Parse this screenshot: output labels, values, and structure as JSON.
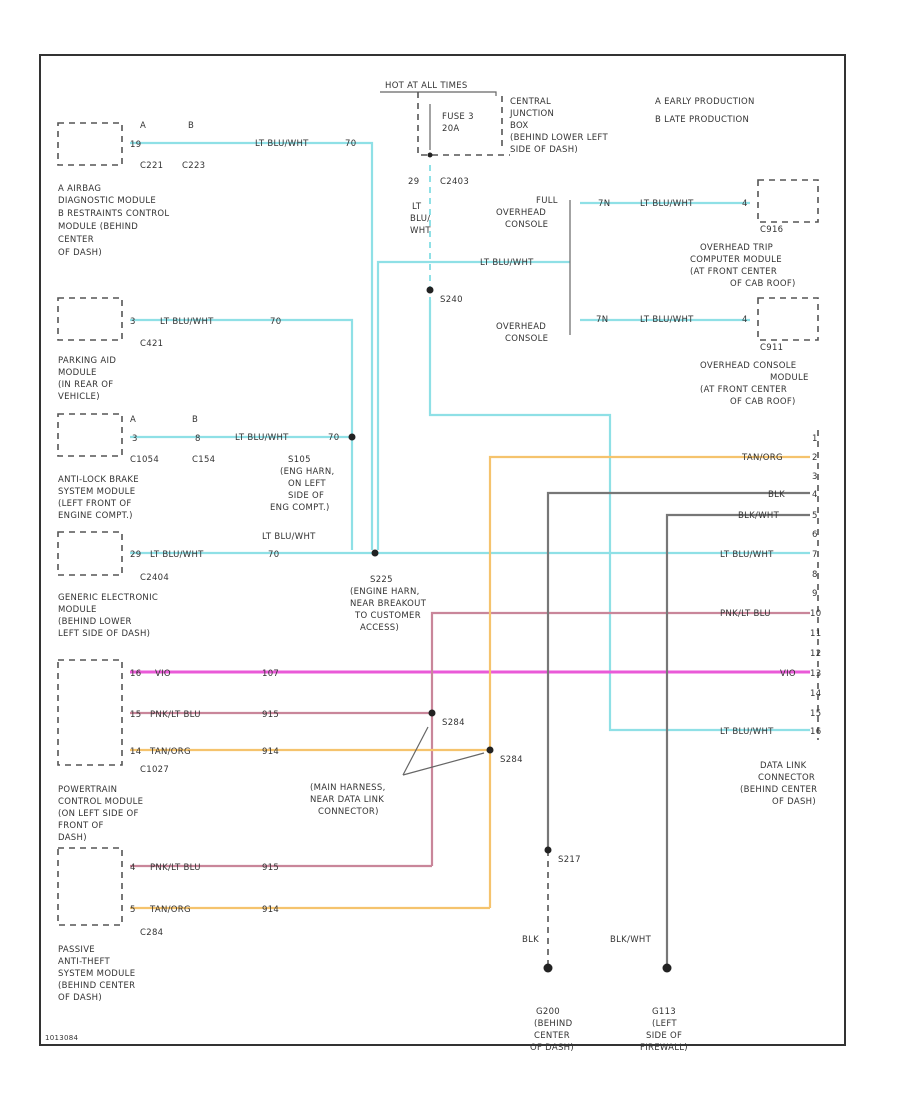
{
  "legend": {
    "a": "A  EARLY PRODUCTION",
    "b": "B  LATE PRODUCTION"
  },
  "fuse_block": {
    "title": "HOT AT ALL TIMES",
    "fuse": [
      "FUSE 3",
      "20A"
    ],
    "cjb": [
      "CENTRAL",
      "JUNCTION",
      "BOX",
      "(BEHIND LOWER LEFT",
      "SIDE OF DASH)"
    ],
    "pin": "29",
    "connector": "C2403",
    "wire": [
      "LT",
      "BLU/",
      "WHT"
    ]
  },
  "airbag": {
    "tag_a": "A",
    "tag_b": "B",
    "pin": "19",
    "c1": "C221",
    "c2": "C223",
    "wire": "LT BLU/WHT",
    "circ": "70",
    "label": [
      "A  AIRBAG",
      "   DIAGNOSTIC MODULE",
      "B  RESTRAINTS CONTROL",
      "   MODULE (BEHIND",
      "   CENTER",
      "   OF DASH)"
    ]
  },
  "parking": {
    "pin": "3",
    "wire": "LT BLU/WHT",
    "circ": "70",
    "connector": "C421",
    "label": [
      "PARKING AID",
      "MODULE",
      "(IN REAR OF",
      "VEHICLE)"
    ]
  },
  "abs": {
    "tag_a": "A",
    "tag_b": "B",
    "pin": "3",
    "pin2": "8",
    "c1": "C1054",
    "c2": "C154",
    "wire": "LT BLU/WHT",
    "circ": "70",
    "label": [
      "ANTI-LOCK BRAKE",
      "SYSTEM MODULE",
      "(LEFT FRONT OF",
      "ENGINE COMPT.)"
    ],
    "splice": [
      "S105",
      "(ENG HARN,",
      "ON LEFT",
      "SIDE OF",
      "ENG COMPT.)"
    ]
  },
  "gem": {
    "pin": "29",
    "wire": "LT BLU/WHT",
    "circ": "70",
    "connector": "C2404",
    "wire_top": "LT BLU/WHT",
    "label": [
      "GENERIC ELECTRONIC",
      "MODULE",
      "(BEHIND LOWER",
      "LEFT SIDE OF DASH)"
    ],
    "splice": [
      "S225",
      "(ENGINE HARN,",
      "NEAR BREAKOUT",
      "TO CUSTOMER",
      "ACCESS)"
    ]
  },
  "pcm": {
    "r1": {
      "pin": "16",
      "wire": "VIO",
      "circ": "107"
    },
    "r2": {
      "pin": "15",
      "wire": "PNK/LT BLU",
      "circ": "915"
    },
    "r3": {
      "pin": "14",
      "wire": "TAN/ORG",
      "circ": "914"
    },
    "connector": "C1027",
    "label": [
      "POWERTRAIN",
      "CONTROL MODULE",
      "(ON LEFT SIDE OF",
      "FRONT OF",
      "DASH)"
    ]
  },
  "pats": {
    "r1": {
      "pin": "4",
      "wire": "PNK/LT BLU",
      "circ": "915"
    },
    "r2": {
      "pin": "5",
      "wire": "TAN/ORG",
      "circ": "914"
    },
    "connector": "C284",
    "label": [
      "PASSIVE",
      "ANTI-THEFT",
      "SYSTEM MODULE",
      "(BEHIND CENTER",
      "OF DASH)"
    ]
  },
  "splices": {
    "s284a": "S284",
    "s284b": "S284",
    "main_harness": [
      "(MAIN HARNESS,",
      "NEAR DATA LINK",
      "CONNECTOR)"
    ],
    "s240": "S240",
    "s217": "S217"
  },
  "overhead": {
    "wire_in": "LT BLU/WHT",
    "full": [
      "FULL",
      "OVERHEAD",
      "CONSOLE"
    ],
    "oc": [
      "OVERHEAD",
      "CONSOLE"
    ],
    "trip": {
      "pin": "7N",
      "wire": "LT BLU/WHT",
      "pin_r": "4",
      "connector": "C916",
      "label": [
        "OVERHEAD TRIP",
        "COMPUTER MODULE",
        "(AT FRONT CENTER",
        "OF CAB ROOF)"
      ]
    },
    "ocm": {
      "pin": "7N",
      "wire": "LT BLU/WHT",
      "pin_r": "4",
      "connector": "C911",
      "label": [
        "OVERHEAD CONSOLE",
        "MODULE",
        "(AT FRONT CENTER",
        "OF CAB ROOF)"
      ]
    }
  },
  "dlc": {
    "pins": [
      "1",
      "2",
      "3",
      "4",
      "5",
      "6",
      "7",
      "8",
      "9",
      "10",
      "11",
      "12",
      "13",
      "14",
      "15",
      "16"
    ],
    "w_tan": "TAN/ORG",
    "w_blk": "BLK",
    "w_blkwht": "BLK/WHT",
    "w_ltblu": "LT BLU/WHT",
    "w_pnk": "PNK/LT BLU",
    "w_vio": "VIO",
    "w_ltblu2": "LT BLU/WHT",
    "label": [
      "DATA LINK",
      "CONNECTOR",
      "(BEHIND CENTER",
      "OF DASH)"
    ]
  },
  "grounds": {
    "g1": {
      "wire": "BLK",
      "label": [
        "G200",
        "(BEHIND",
        "CENTER",
        "OF DASH)"
      ]
    },
    "g2": {
      "wire": "BLK/WHT",
      "label": [
        "G113",
        "(LEFT",
        "SIDE OF",
        "FIREWALL)"
      ]
    }
  },
  "footer": {
    "code": "1013084"
  }
}
